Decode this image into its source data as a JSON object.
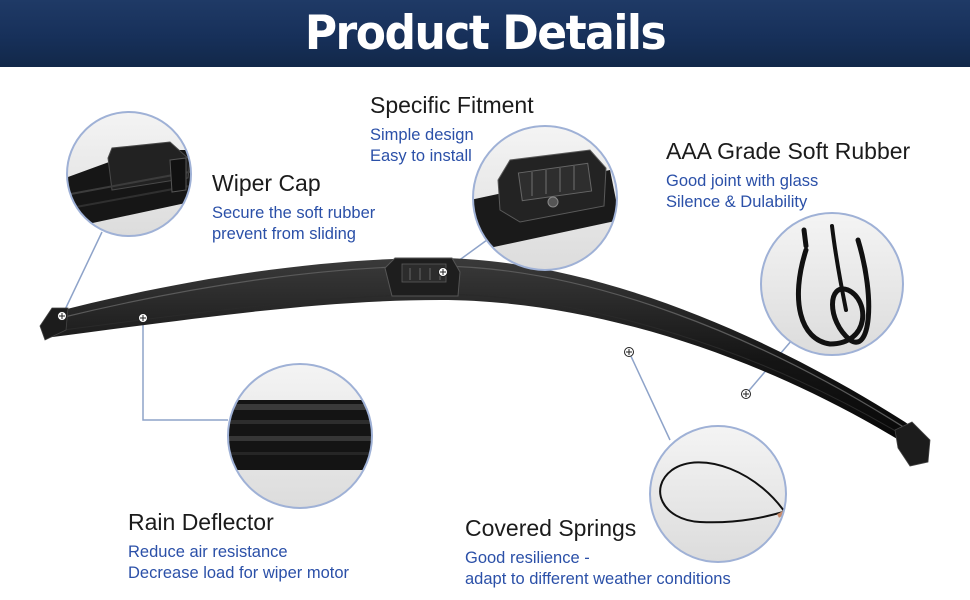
{
  "header": {
    "title": "Product Details"
  },
  "features": [
    {
      "title": "Wiper Cap",
      "lines": [
        "Secure the soft rubber",
        "prevent from sliding"
      ]
    },
    {
      "title": "Specific Fitment",
      "lines": [
        "Simple design",
        "Easy to install"
      ]
    },
    {
      "title": "AAA Grade Soft Rubber",
      "lines": [
        "Good joint with glass",
        "Silence & Dulability"
      ]
    },
    {
      "title": "Rain Deflector",
      "lines": [
        "Reduce air resistance",
        "Decrease load for wiper motor"
      ]
    },
    {
      "title": "Covered Springs",
      "lines": [
        "Good resilience -",
        "adapt to different weather conditions"
      ]
    }
  ],
  "colors": {
    "banner": "#1b3560",
    "title_text": "#1b1b1b",
    "description_text": "#2b50a8",
    "callout_line": "#8ea3c9",
    "circle_border": "#9fb1d6"
  }
}
